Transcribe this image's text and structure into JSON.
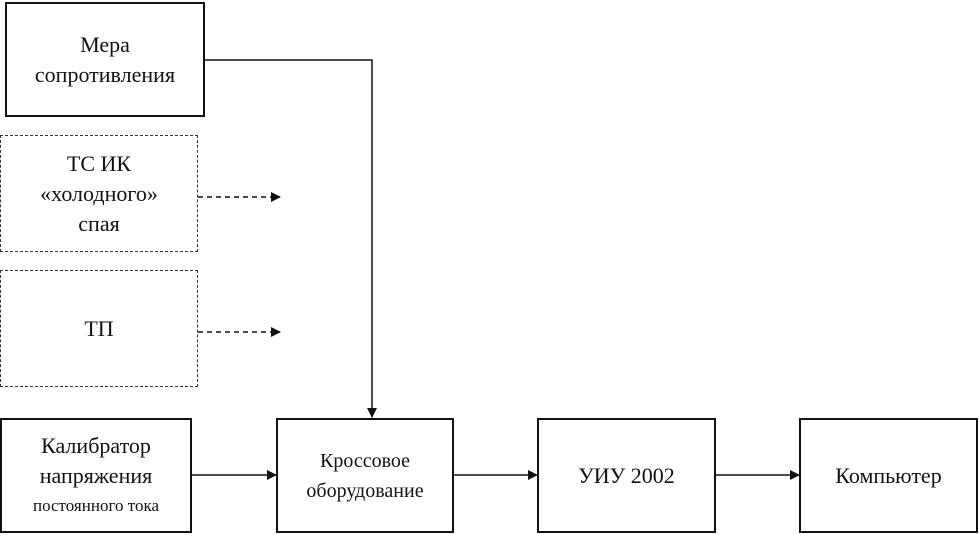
{
  "blocks": {
    "resistance_measure": {
      "lines": [
        "Мера",
        "сопротивления"
      ]
    },
    "cold_junction_sensor": {
      "lines": [
        "ТС ИК",
        "«холодного»",
        "спая"
      ]
    },
    "thermocouple": {
      "lines": [
        "ТП"
      ]
    },
    "voltage_calibrator": {
      "lines": [
        "Калибратор",
        "напряжения",
        "постоянного тока"
      ]
    },
    "cross_equipment": {
      "lines": [
        "Кроссовое",
        "оборудование"
      ]
    },
    "uiu": {
      "lines": [
        "УИУ 2002"
      ]
    },
    "computer": {
      "lines": [
        "Компьютер"
      ]
    }
  }
}
